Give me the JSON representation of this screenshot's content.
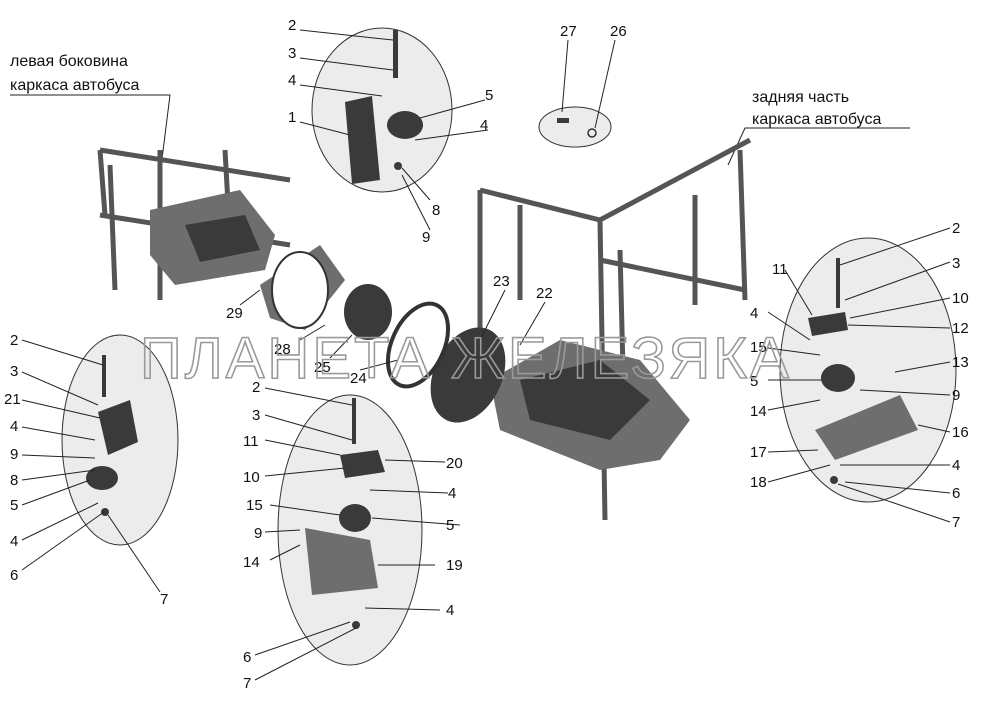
{
  "captions": {
    "left_side": [
      "левая боковина",
      "каркаса автобуса"
    ],
    "rear_part": [
      "задняя часть",
      "каркаса автобуса"
    ]
  },
  "watermark": "ПЛАНЕТА ЖЕЛЕЗЯКА",
  "callouts": {
    "top_group": [
      "2",
      "3",
      "4",
      "5",
      "1",
      "4",
      "8",
      "9"
    ],
    "top_small": [
      "27",
      "26"
    ],
    "center": [
      "29",
      "28",
      "25",
      "24",
      "23",
      "22"
    ],
    "left_group": [
      "2",
      "3",
      "21",
      "4",
      "9",
      "8",
      "5",
      "4",
      "6",
      "7"
    ],
    "mid_group": [
      "2",
      "3",
      "11",
      "10",
      "20",
      "4",
      "15",
      "5",
      "9",
      "14",
      "19",
      "4",
      "6",
      "7"
    ],
    "right_group": [
      "2",
      "3",
      "11",
      "10",
      "12",
      "4",
      "15",
      "13",
      "5",
      "9",
      "14",
      "16",
      "17",
      "18",
      "4",
      "6",
      "7"
    ]
  }
}
